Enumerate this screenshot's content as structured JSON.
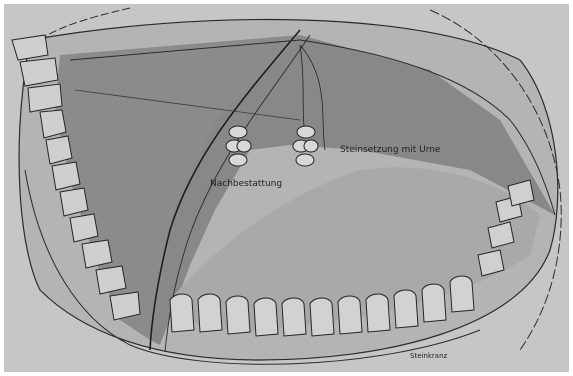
{
  "labels": {
    "secondary_burial": "Nachbestattung",
    "stone_setting_with_urn": "Steinsetzung mit Urne",
    "stone_ring": "Steinkranz"
  },
  "colors": {
    "paper": "#b8b8b8",
    "outer_field": "#d0d0d0",
    "shadow_dark": "#6e6e6e",
    "shadow_mid": "#8f8f8f",
    "ink": "#1f1f1f",
    "stone_fill": "#cfcfcf",
    "stone_line": "#2a2a2a"
  }
}
